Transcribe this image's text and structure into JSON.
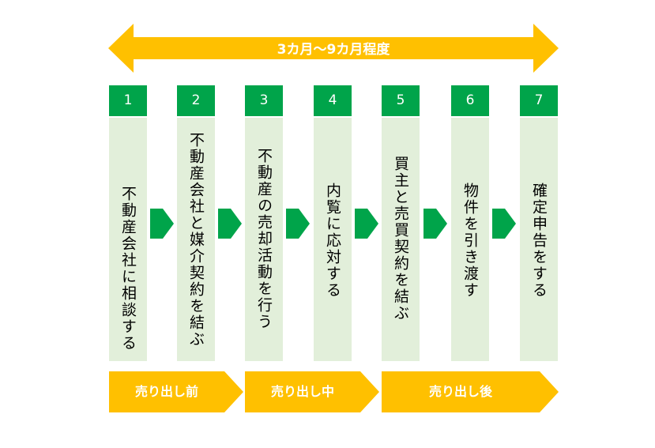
{
  "timeline": {
    "duration_label": "3カ月～9カ月程度"
  },
  "steps": [
    {
      "number": "1",
      "label": "不動産会社に相談する"
    },
    {
      "number": "2",
      "label": "不動産会社と媒介契約を結ぶ"
    },
    {
      "number": "3",
      "label": "不動産の売却活動を行う"
    },
    {
      "number": "4",
      "label": "内覧に応対する"
    },
    {
      "number": "5",
      "label": "買主と売買契約を結ぶ"
    },
    {
      "number": "6",
      "label": "物件を引き渡す"
    },
    {
      "number": "7",
      "label": "確定申告をする"
    }
  ],
  "phases": [
    {
      "label": "売り出し前"
    },
    {
      "label": "売り出し中"
    },
    {
      "label": "売り出し後"
    }
  ],
  "colors": {
    "accent_orange": "#ffc000",
    "step_green": "#00a44a",
    "body_green": "#e2efda",
    "text_white": "#ffffff"
  }
}
